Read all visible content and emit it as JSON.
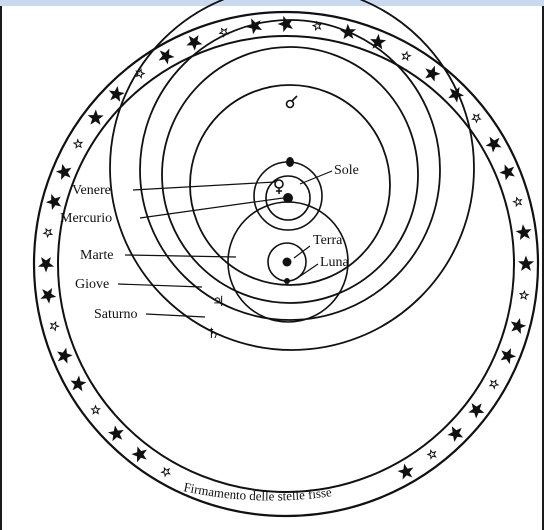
{
  "diagram": {
    "labels": {
      "venere": "Venere",
      "mercurio": "Mercurio",
      "marte": "Marte",
      "giove": "Giove",
      "saturno": "Saturno",
      "sole": "Sole",
      "terra": "Terra",
      "luna": "Luna"
    },
    "firmament_label": "Firmamento delle stelle fisse"
  },
  "colors": {
    "ink": "#111111",
    "topbar": "#c9d9ee",
    "background": "#ffffff"
  }
}
